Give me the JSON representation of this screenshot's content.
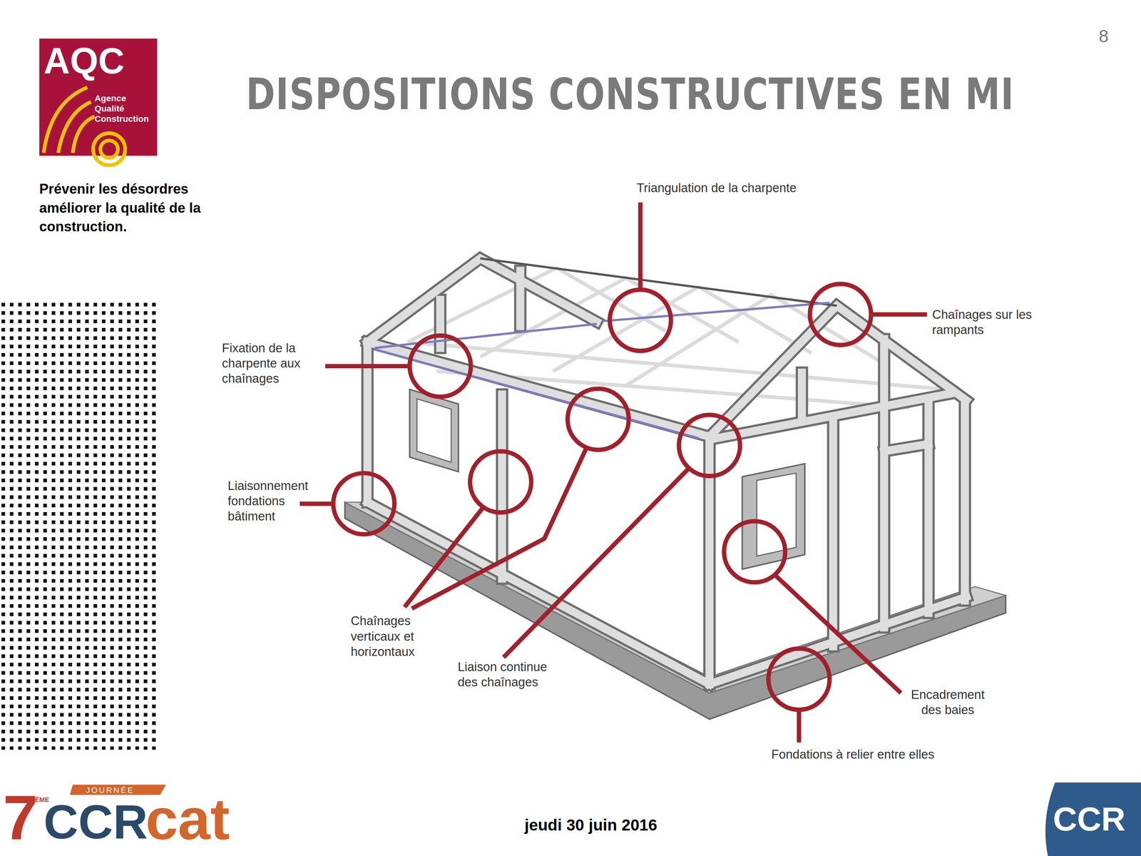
{
  "diagram": {
    "title": "DISPOSITIONS CONSTRUCTIVES EN MI",
    "labels": [
      "8",
      "AQC",
      "Agence Qualité Construction",
      "Prévenir les désordres améliorer la qualité de la construction.",
      "Triangulation de la charpente",
      "Chaînages sur les rampants",
      "Fixation de la charpente aux chaînages",
      "Liaisonnement fondations bâtiment",
      "Chaînages verticaux et horizontaux",
      "Liaison continue des chaînages",
      "Encadrement des baies",
      "Fondations à relier entre elles",
      "7",
      "ÈME",
      "JOURNÉE",
      "CCR",
      "cat",
      "jeudi 30 juin 2016",
      "CCR"
    ]
  }
}
